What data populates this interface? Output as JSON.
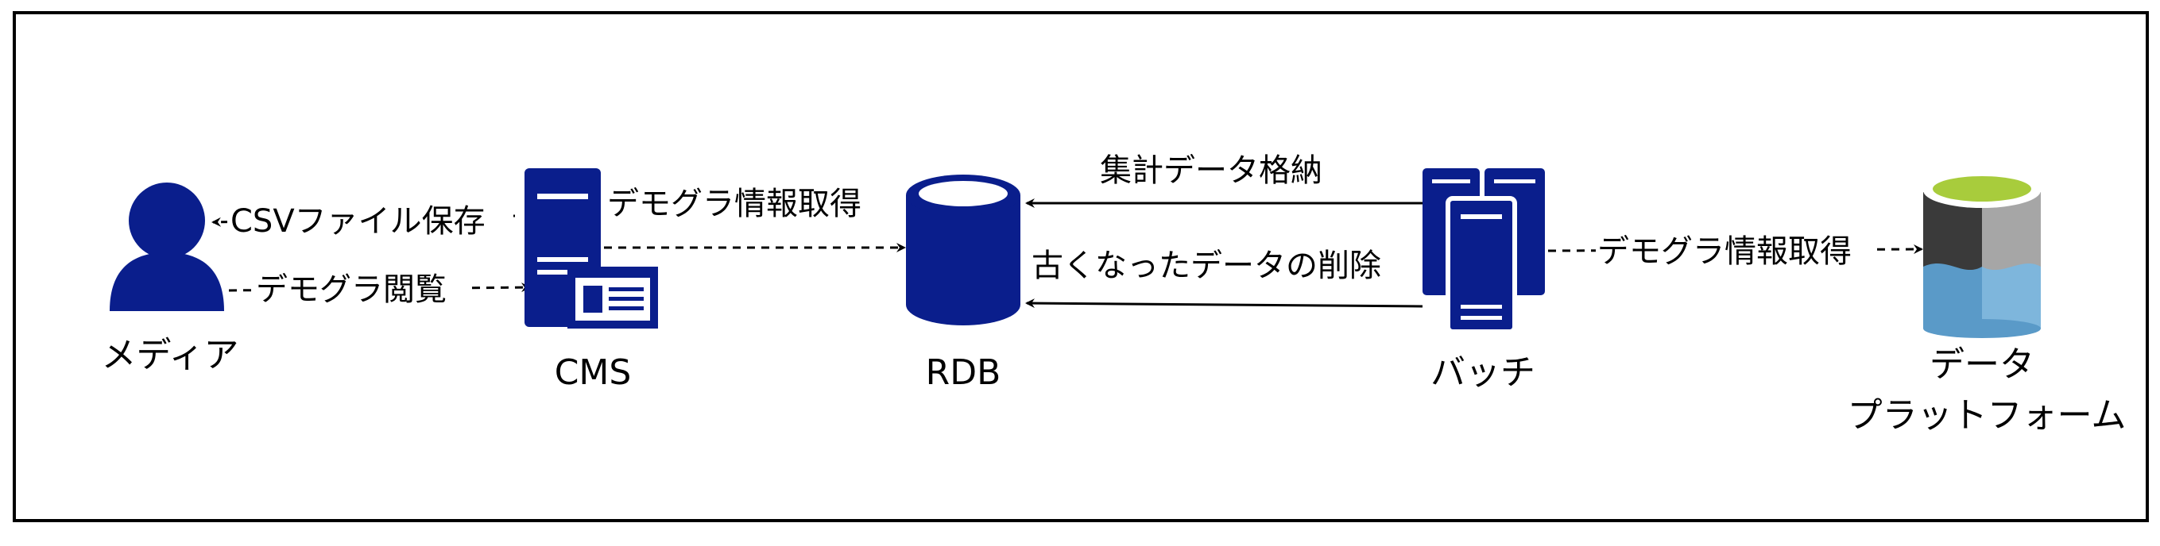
{
  "nodes": {
    "media": "メディア",
    "cms": "CMS",
    "rdb": "RDB",
    "batch": "バッチ",
    "platform_line1": "データ",
    "platform_line2": "プラットフォーム"
  },
  "edges": {
    "csv_save": "CSVファイル保存",
    "demog_view": "デモグラ閲覧",
    "cms_demog_get": "デモグラ情報取得",
    "aggregate_store": "集計データ格納",
    "delete_old": "古くなったデータの削除",
    "batch_demog_get": "デモグラ情報取得"
  },
  "colors": {
    "navy": "#0a1e8c",
    "frame": "#000000",
    "lake_green": "#a8cc3c",
    "lake_dark": "#3a3a3a",
    "lake_gray": "#a6a6a6",
    "lake_blue": "#5a9ac8"
  },
  "icons": {
    "media": "user-icon",
    "cms": "server-with-window-icon",
    "rdb": "database-cylinder-icon",
    "batch": "server-cluster-icon",
    "platform": "data-lake-icon"
  }
}
